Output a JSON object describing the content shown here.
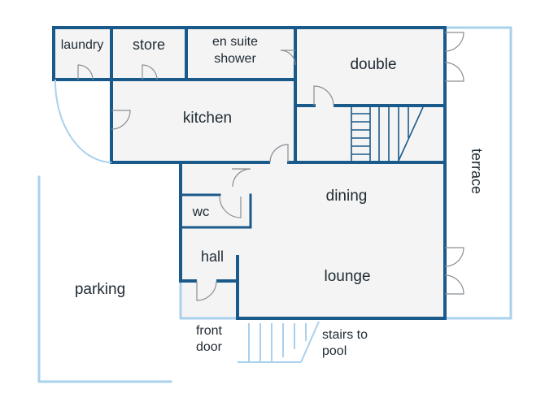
{
  "rooms": {
    "laundry": "laundry",
    "store": "store",
    "ensuite_line1": "en suite",
    "ensuite_line2": "shower",
    "double": "double",
    "kitchen": "kitchen",
    "dining": "dining",
    "wc": "wc",
    "hall": "hall",
    "lounge": "lounge"
  },
  "outdoor": {
    "terrace": "terrace",
    "parking": "parking",
    "front_door_line1": "front",
    "front_door_line2": "door",
    "stairs_to_pool_line1": "stairs to",
    "stairs_to_pool_line2": "pool"
  },
  "colors": {
    "wall": "#1a5a8a",
    "outdoor_line": "#a9d1ec",
    "floor": "#f4f4f4",
    "door": "#8a8f94"
  }
}
